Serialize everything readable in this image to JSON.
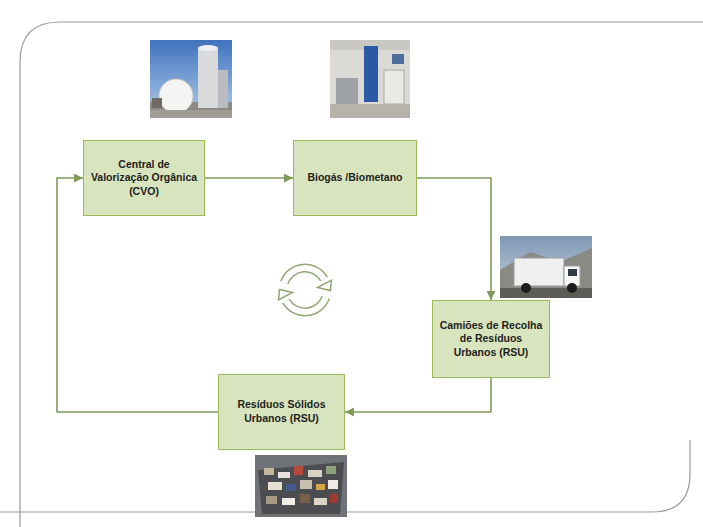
{
  "diagram": {
    "nodes": [
      {
        "text": [
          "Central de Valorização Orgânica (CVO)"
        ]
      },
      {
        "text": [
          "Biogás /Biometano"
        ]
      },
      {
        "text": [
          "Camiões de Recolha de Resíduos Urbanos (RSU)"
        ]
      },
      {
        "text": [
          "Resíduos Sólidos Urbanos (RSU)"
        ]
      }
    ],
    "edges": [
      {
        "from": 0,
        "to": 1,
        "arrow": "to"
      },
      {
        "from": 1,
        "to": 2,
        "arrow": "to"
      },
      {
        "from": 2,
        "to": 3,
        "arrow": "to"
      },
      {
        "from": 3,
        "to": 0,
        "arrow": "to"
      }
    ]
  }
}
